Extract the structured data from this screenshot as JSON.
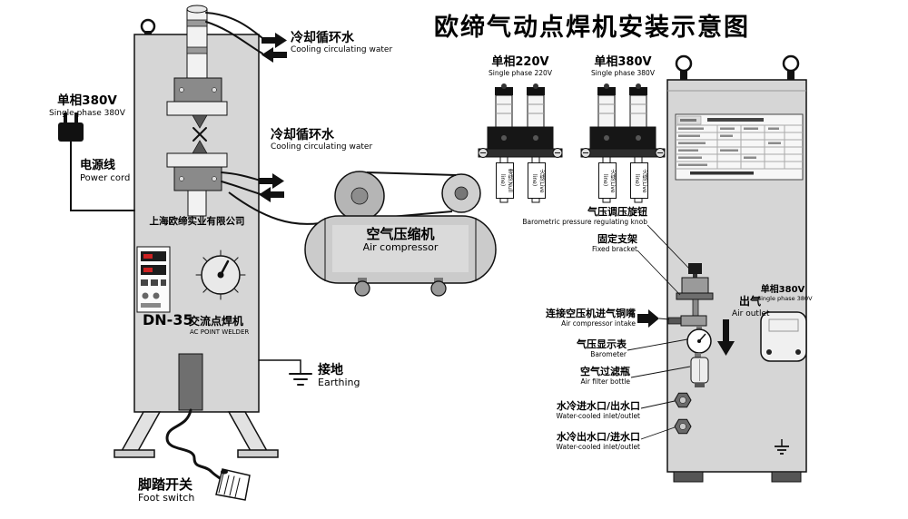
{
  "title": "欧缔气动点焊机安装示意图",
  "left_machine": {
    "power_cn": "单相380V",
    "power_en": "Single phase 380V",
    "cord_cn": "电源线",
    "cord_en": "Power cord",
    "cooling_top_cn": "冷却循环水",
    "cooling_top_en": "Cooling circulating water",
    "cooling_mid_cn": "冷却循环水",
    "cooling_mid_en": "Cooling circulating water",
    "company": "上海欧缔实业有限公司",
    "model": "DN-35",
    "type_cn": "交流点焊机",
    "type_en": "AC POINT WELDER",
    "earth_cn": "接地",
    "earth_en": "Earthing",
    "foot_cn": "脚踏开关",
    "foot_en": "Foot switch"
  },
  "compressor": {
    "name_cn": "空气压缩机",
    "name_en": "Air compressor"
  },
  "terminal_220": {
    "title_cn": "单相220V",
    "title_en": "Single phase 220V",
    "tag_left": "零线(Null line)",
    "tag_right": "火线(Live line)"
  },
  "terminal_380": {
    "title_cn": "单相380V",
    "title_en": "Single phase 380V",
    "tag_left": "火线(Live line)",
    "tag_right": "火线(Live line)"
  },
  "right_machine": {
    "labels": [
      {
        "cn": "气压调压旋钮",
        "en": "Barometric pressure regulating knob"
      },
      {
        "cn": "固定支架",
        "en": "Fixed bracket"
      },
      {
        "cn": "连接空压机进气铜嘴",
        "en": "Air compressor intake"
      },
      {
        "cn": "气压显示表",
        "en": "Barometer"
      },
      {
        "cn": "空气过滤瓶",
        "en": "Air filter bottle"
      },
      {
        "cn": "水冷进水口/出水口",
        "en": "Water-cooled inlet/outlet"
      },
      {
        "cn": "水冷出水口/进水口",
        "en": "Water-cooled inlet/outlet"
      }
    ],
    "air_outlet_cn": "出气",
    "air_outlet_en": "Air outlet",
    "socket_cn": "单相380V",
    "socket_en": "Single phase 380V"
  }
}
